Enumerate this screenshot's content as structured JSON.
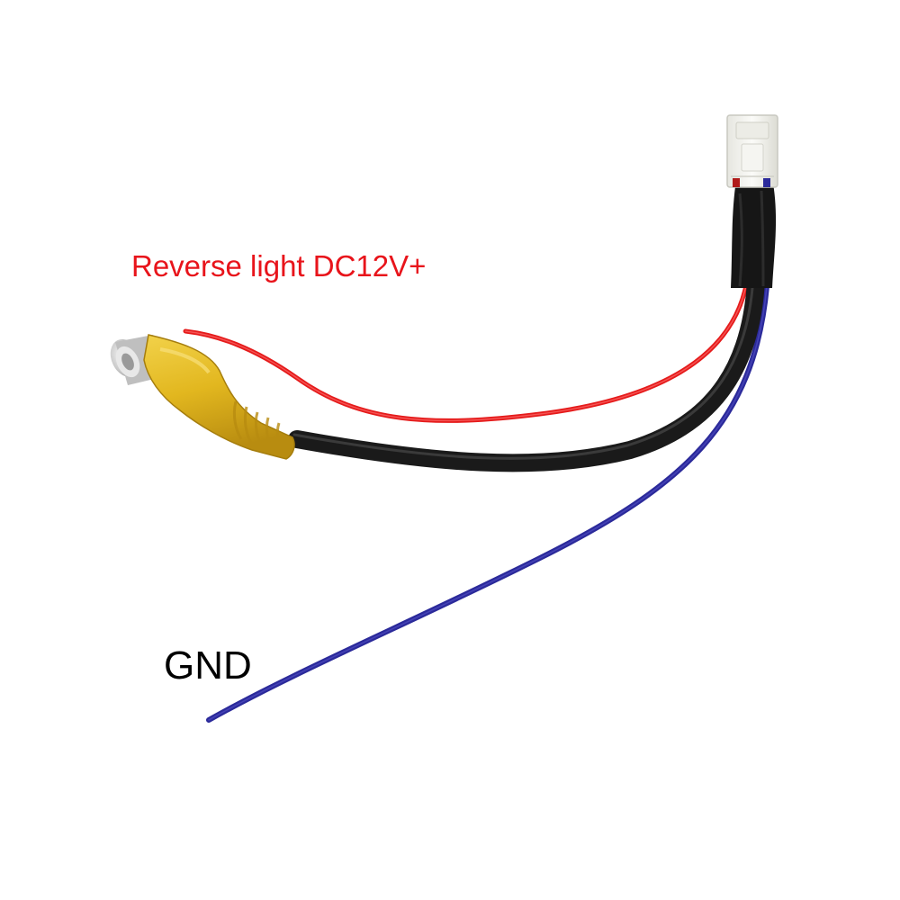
{
  "labels": {
    "reverse_light": "Reverse light DC12V+",
    "ground": "GND"
  },
  "colors": {
    "reverse_light_label": "#e8141b",
    "ground_label": "#000000",
    "red_wire": "#e51b1b",
    "black_cable": "#1a1a1a",
    "blue_wire": "#2b2a9a",
    "rca_plug_body": "#e2b71f",
    "connector": "#f2f2ee",
    "fabric_sleeve": "#161616"
  },
  "objects": {
    "rca_plug": "yellow RCA female plug",
    "connector": "white multi-pin connector",
    "wires": [
      "red wire",
      "black coaxial cable",
      "blue wire"
    ]
  }
}
